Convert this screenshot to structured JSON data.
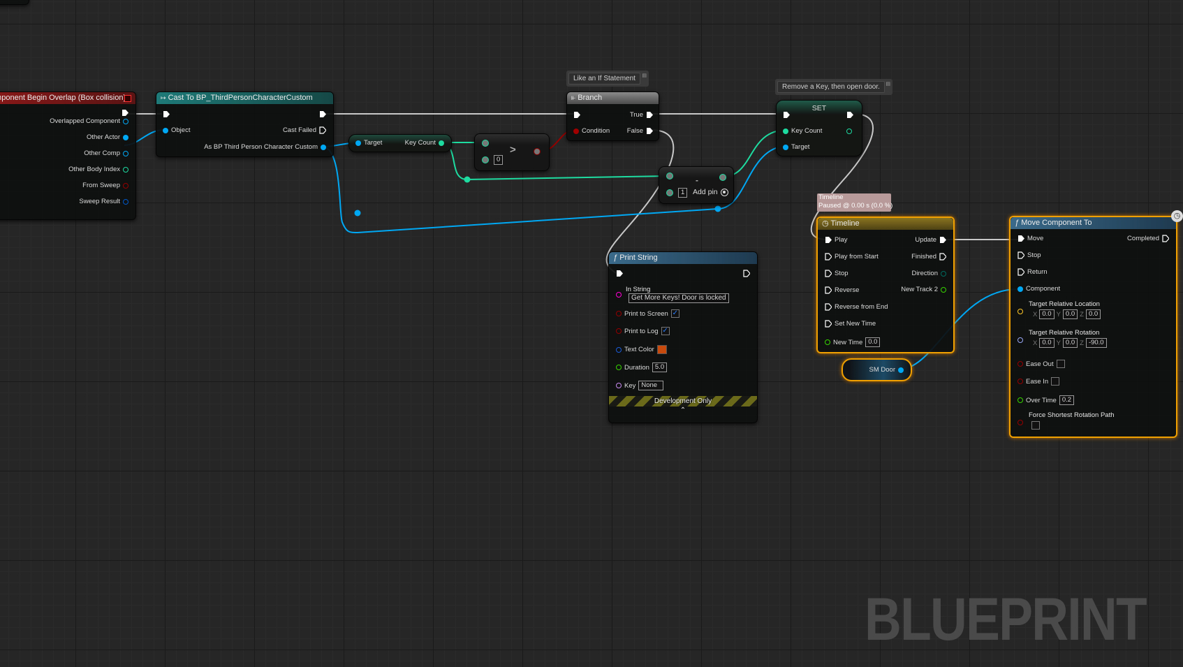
{
  "colors": {
    "exec": "#ffffff",
    "object": "#00a8f4",
    "integer": "#1edba0",
    "bool": "#950000",
    "string": "#ff00d4",
    "float": "#38d500",
    "vector": "#fdc828",
    "rotator": "#98a8f4",
    "struct": "#0058c8",
    "name": "#c78cf0",
    "byte": "#006b5e"
  },
  "event_node": {
    "title": "Component Begin Overlap (Box collision)",
    "pins": [
      "Overlapped Component",
      "Other Actor",
      "Other Comp",
      "Other Body Index",
      "From Sweep",
      "Sweep Result"
    ]
  },
  "cast_node": {
    "title": "Cast To BP_ThirdPersonCharacterCustom",
    "object_pin": "Object",
    "cast_failed": "Cast Failed",
    "as_pin": "As BP Third Person Character Custom"
  },
  "getter_node": {
    "target": "Target",
    "key_count": "Key Count"
  },
  "compare_node": {
    "operator": ">",
    "b_value": "0"
  },
  "branch_comment": "Like an If Statement",
  "branch_node": {
    "title": "Branch",
    "condition": "Condition",
    "true": "True",
    "false": "False"
  },
  "subtract_node": {
    "operator": "-",
    "b_value": "1",
    "add_pin": "Add pin"
  },
  "set_comment": "Remove a Key, then open door.",
  "set_node": {
    "title": "SET",
    "key_count": "Key Count",
    "target": "Target"
  },
  "print_node": {
    "title": "Print String",
    "in_string_label": "In String",
    "in_string": "Get More Keys! Door is locked",
    "print_screen": "Print to Screen",
    "print_log": "Print to Log",
    "text_color": "Text Color",
    "text_color_value": "#c84a0c",
    "duration": "Duration",
    "duration_value": "5.0",
    "key": "Key",
    "key_value": "None",
    "dev_only": "Development Only"
  },
  "timeline_tooltip": {
    "line1": "Timeline",
    "line2": "Paused @ 0.00 s (0.0 %)"
  },
  "timeline_node": {
    "title": "Timeline",
    "inputs": [
      "Play",
      "Play from Start",
      "Stop",
      "Reverse",
      "Reverse from End",
      "Set New Time"
    ],
    "new_time": "New Time",
    "new_time_value": "0.0",
    "outputs": [
      "Update",
      "Finished",
      "Direction",
      "New Track 2"
    ]
  },
  "smdoor_node": {
    "label": "SM Door"
  },
  "move_node": {
    "title": "Move Component To",
    "move": "Move",
    "stop": "Stop",
    "return": "Return",
    "completed": "Completed",
    "component": "Component",
    "loc_label": "Target Relative Location",
    "loc": {
      "x": "0.0",
      "y": "0.0",
      "z": "0.0"
    },
    "rot_label": "Target Relative Rotation",
    "rot": {
      "x": "0.0",
      "y": "0.0",
      "z": "-90.0"
    },
    "ease_out": "Ease Out",
    "ease_in": "Ease In",
    "over_time": "Over Time",
    "over_time_value": "0.2",
    "force_shortest": "Force Shortest Rotation Path",
    "axis": {
      "x": "X",
      "y": "Y",
      "z": "Z"
    }
  },
  "watermark": "BLUEPRINT"
}
